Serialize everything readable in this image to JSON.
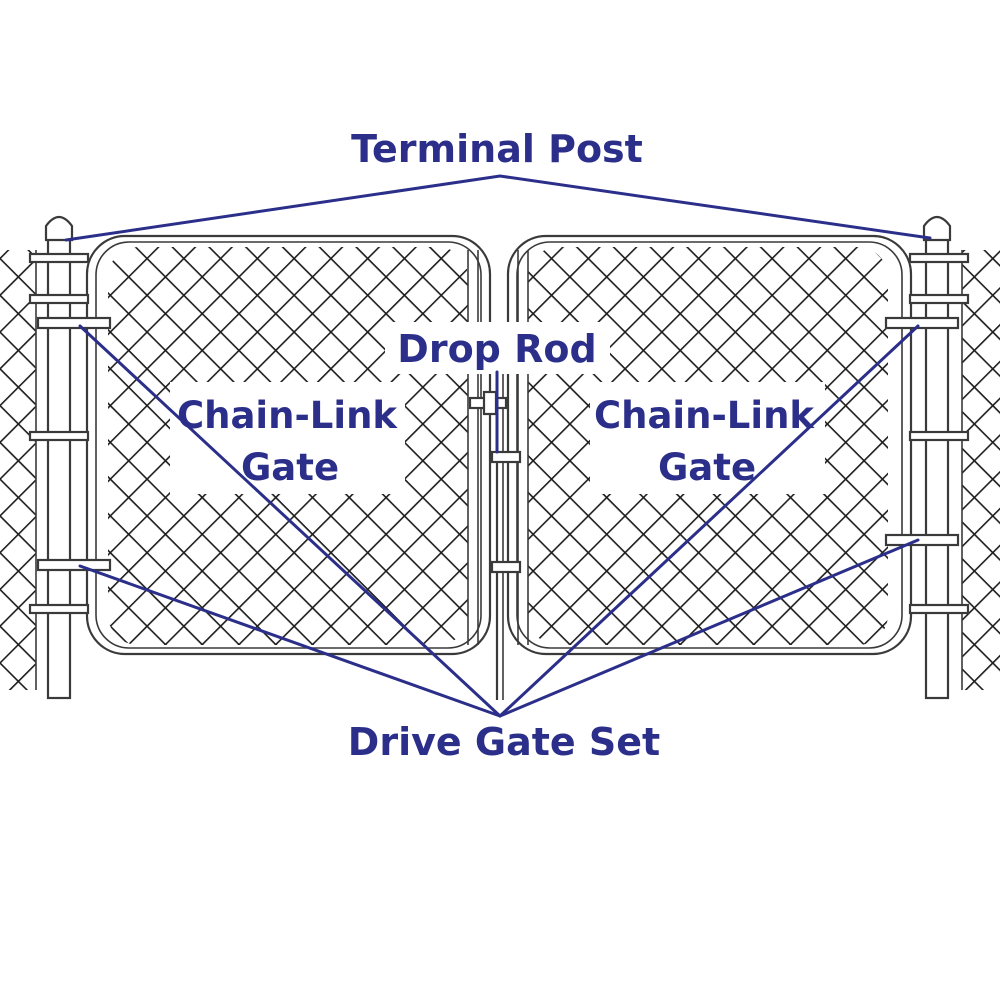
{
  "labels": {
    "terminal_post": "Terminal Post",
    "drop_rod": "Drop Rod",
    "left_gate_line1": "Chain-Link",
    "left_gate_line2": "Gate",
    "right_gate_line1": "Chain-Link",
    "right_gate_line2": "Gate",
    "drive_gate_set": "Drive Gate Set"
  },
  "colors": {
    "label": "#2b2f8a",
    "line_art": "#3a3a3a",
    "background": "#ffffff"
  }
}
